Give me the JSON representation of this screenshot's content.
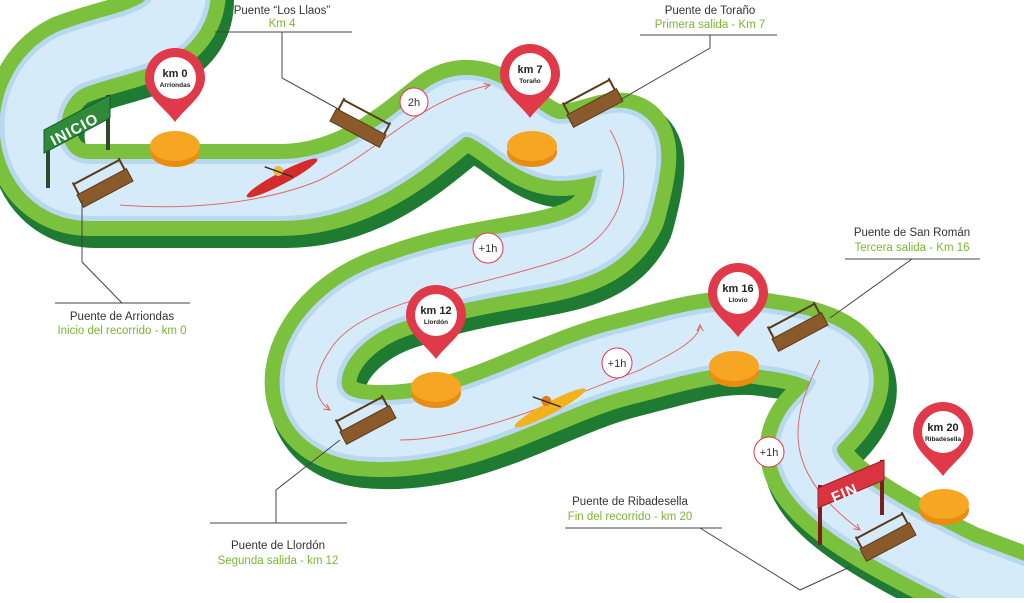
{
  "signs": {
    "start": "INICIO",
    "finish": "FIN"
  },
  "pins": [
    {
      "km": "km 0",
      "name": "Arriondas"
    },
    {
      "km": "km 7",
      "name": "Toraño"
    },
    {
      "km": "km 12",
      "name": "Llordón"
    },
    {
      "km": "km 16",
      "name": "Llovio"
    },
    {
      "km": "km 20",
      "name": "Ribadesella"
    }
  ],
  "durations": [
    "2h",
    "+1h",
    "+1h",
    "+1h"
  ],
  "bridges": [
    {
      "title": "Puente “Los Llaos”",
      "subtitle": "Km 4"
    },
    {
      "title": "Puente de Toraño",
      "subtitle": "Primera salida - Km 7"
    },
    {
      "title": "Puente de Arriondas",
      "subtitle": "Inicio del recorrido - km 0"
    },
    {
      "title": "Puente de San Román",
      "subtitle": "Tercera salida - Km 16"
    },
    {
      "title": "Puente de Llordón",
      "subtitle": "Segunda salida - km 12"
    },
    {
      "title": "Puente de Ribadesella",
      "subtitle": "Fin del recorrido - km 20"
    }
  ],
  "colors": {
    "grass": "#7cc13e",
    "grass_dark": "#1f7a32",
    "water": "#d6ebfa",
    "water_edge": "#b8d8f0",
    "pin": "#e0394a",
    "coin": "#f6a623",
    "route_arrow": "#e06a6a",
    "subtitle": "#78b833"
  }
}
